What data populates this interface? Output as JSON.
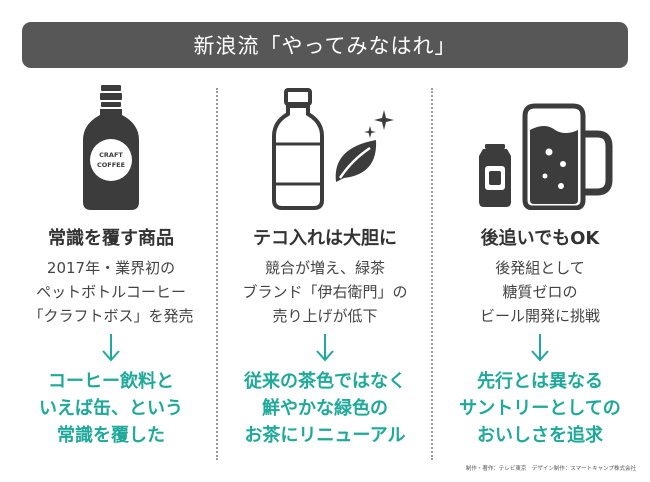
{
  "title": "新浪流「やってみなはれ」",
  "columns": [
    {
      "heading": "常識を覆す商品",
      "description": [
        "2017年・業界初の",
        "ペットボトルコーヒー",
        "「クラフトボス」を発売"
      ],
      "result": [
        "コーヒー飲料と",
        "いえば缶、という",
        "常識を覆した"
      ],
      "icon": "bottle-icon",
      "label_lines": [
        "CRAFT",
        "COFFEE"
      ]
    },
    {
      "heading": "テコ入れは大胆に",
      "description": [
        "競合が増え、緑茶",
        "ブランド「伊右衛門」の",
        "売り上げが低下"
      ],
      "result": [
        "従来の茶色ではなく",
        "鮮やかな緑色の",
        "お茶にリニューアル"
      ],
      "icon": "tea-bottle-leaf-icon"
    },
    {
      "heading": "後追いでもOK",
      "description": [
        "後発組として",
        "糖質ゼロの",
        "ビール開発に挑戦"
      ],
      "result": [
        "先行とは異なる",
        "サントリーとしての",
        "おいしさを追求"
      ],
      "icon": "beer-mug-can-icon"
    }
  ],
  "credit": "制作・著作：テレビ東京　デザイン制作：スマートキャンプ株式会社",
  "colors": {
    "accent": "#1fa99a",
    "title_bg": "#575757",
    "icon": "#3c3c3c"
  }
}
